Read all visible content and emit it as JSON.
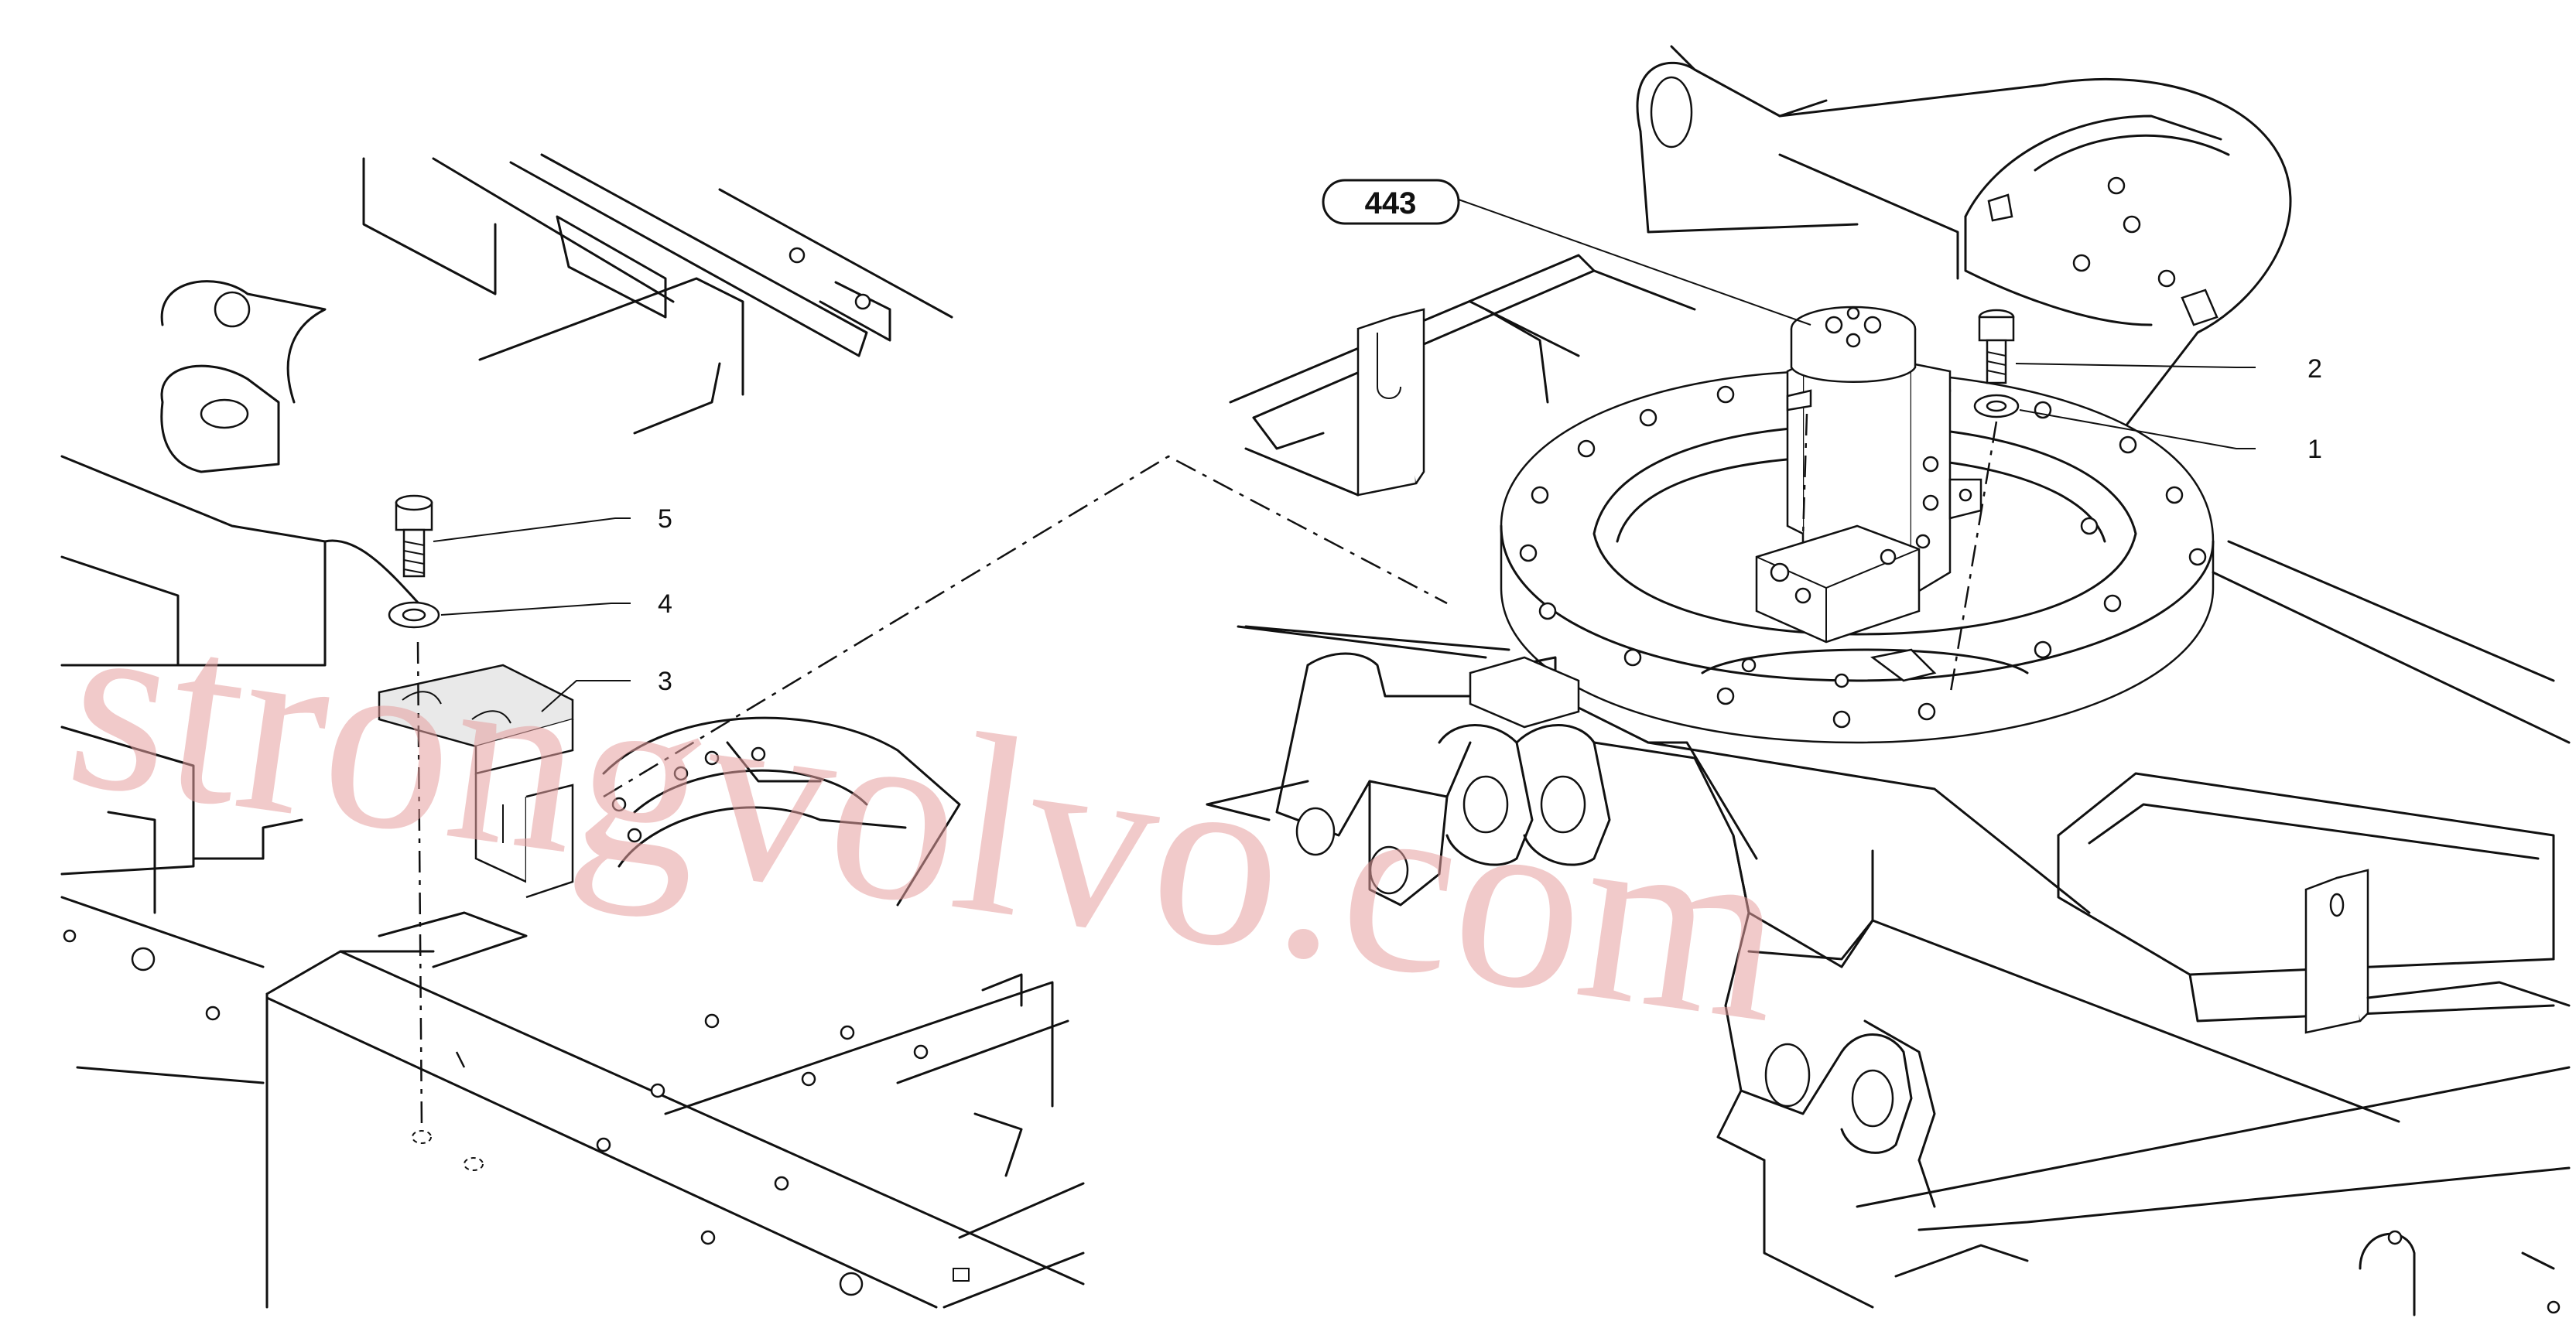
{
  "callouts": [
    {
      "id": "c1",
      "text": "1"
    },
    {
      "id": "c2",
      "text": "2"
    },
    {
      "id": "c3",
      "text": "3"
    },
    {
      "id": "c4",
      "text": "4"
    },
    {
      "id": "c5",
      "text": "5"
    }
  ],
  "group_label": "443",
  "watermark": "strongvolvo.com"
}
